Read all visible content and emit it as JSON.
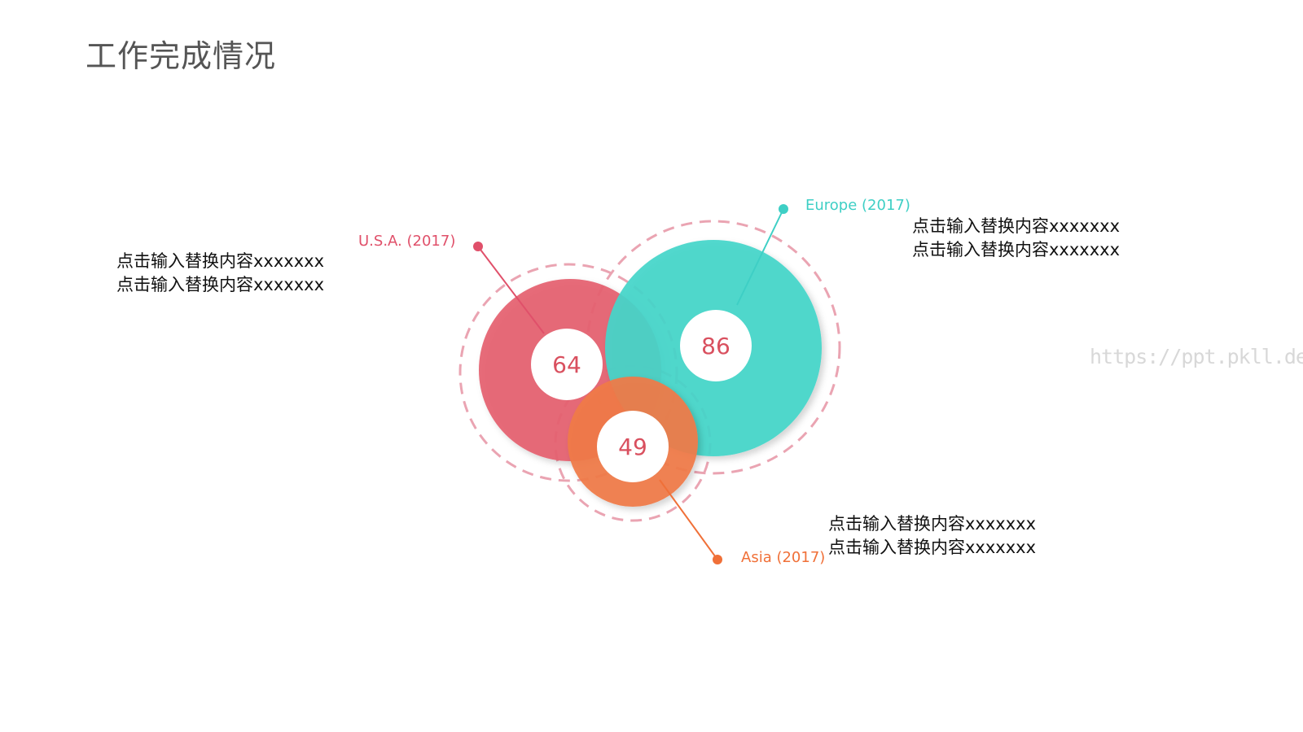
{
  "title": "工作完成情况",
  "watermark": "https://ppt.pkll.de",
  "chart_data": {
    "type": "bubble",
    "series": [
      {
        "name": "U.S.A. (2017)",
        "value": 64,
        "color": "#e5606f",
        "label_color": "#e0506a",
        "description": [
          "点击输入替换内容xxxxxxx",
          "点击输入替换内容xxxxxxx"
        ]
      },
      {
        "name": "Europe (2017)",
        "value": 86,
        "color": "#45d5c9",
        "label_color": "#3ecfc5",
        "description": [
          "点击输入替换内容xxxxxxx",
          "点击输入替换内容xxxxxxx"
        ]
      },
      {
        "name": "Asia (2017)",
        "value": 49,
        "color": "#f07a48",
        "label_color": "#f07038",
        "description": [
          "点击输入替换内容xxxxxxx",
          "点击输入替换内容xxxxxxx"
        ]
      }
    ],
    "value_text_color": "#d9505f",
    "dashed_ring_color": "#eaa4b2"
  }
}
